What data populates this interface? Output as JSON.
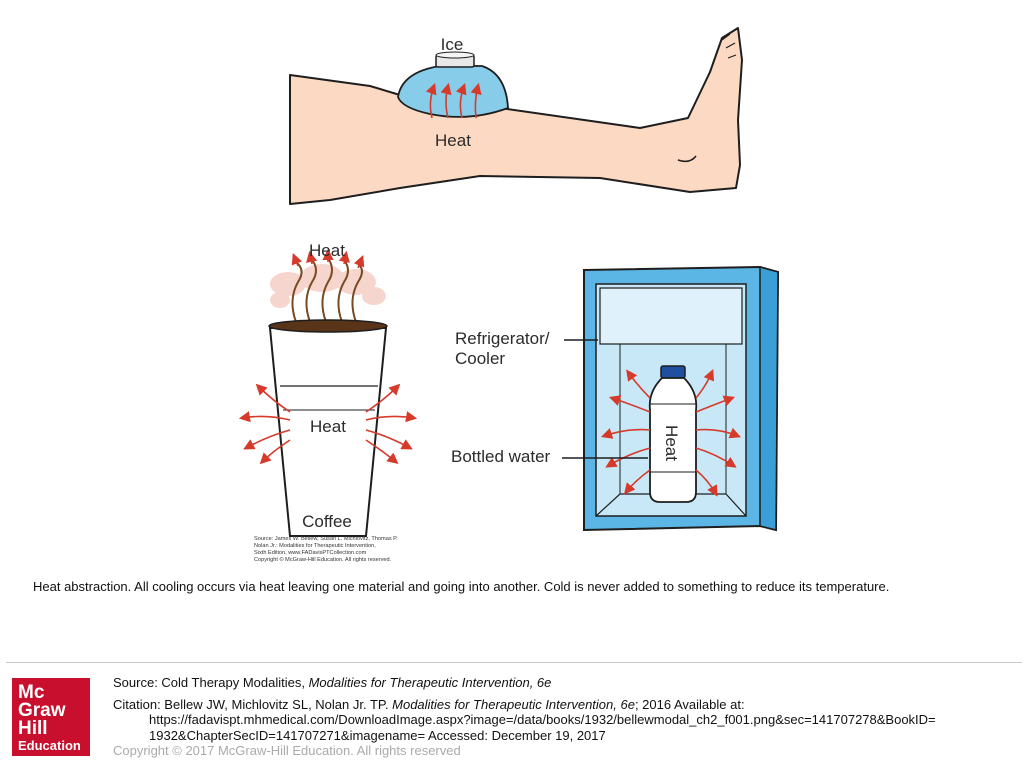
{
  "figure": {
    "labels": {
      "ice": "Ice",
      "heat_leg": "Heat",
      "heat_steam": "Heat",
      "heat_cup": "Heat",
      "coffee": "Coffee",
      "fridge_line1": "Refrigerator/",
      "fridge_line2": "Cooler",
      "bottled_water": "Bottled water",
      "heat_bottle": "Heat"
    },
    "source_note": [
      "Source: James W. Bellew, Susan L. Michlovitz, Thomas P.",
      "Nolan Jr.: Modalities for Therapeutic Intervention,",
      "Sixth Edition, www.FADavisPTCollection.com",
      "Copyright © McGraw-Hill Education. All rights reserved."
    ],
    "colors": {
      "skin": "#fcd9c3",
      "ice_pack": "#87cdea",
      "fridge_outer": "#5bb6e6",
      "fridge_inner": "#c8e8f8",
      "arrow_red": "#d63a2a",
      "coffee": "#5a3418"
    }
  },
  "caption": "Heat abstraction. All cooling occurs via heat leaving one material and going into another. Cold is never added to something to reduce its temperature.",
  "footer": {
    "source_prefix": "Source: Cold Therapy Modalities, ",
    "source_title": "Modalities for Therapeutic Intervention, 6e",
    "citation_prefix": "Citation: Bellew JW, Michlovitz SL, Nolan Jr. TP",
    "citation_sep": ". ",
    "citation_title": "Modalities for Therapeutic Intervention, 6e",
    "citation_suffix": "; 2016 Available at:",
    "url_line1": "https://fadavispt.mhmedical.com/DownloadImage.aspx?image=/data/books/1932/bellewmodal_ch2_f001.png&sec=141707278&BookID=",
    "url_line2": "1932&ChapterSecID=141707271&imagename= Accessed: December 19, 2017",
    "copyright": "Copyright © 2017 McGraw-Hill Education. All rights reserved"
  },
  "logo": {
    "line1": "Mc",
    "line2": "Graw",
    "line3": "Hill",
    "line4": "Education"
  }
}
